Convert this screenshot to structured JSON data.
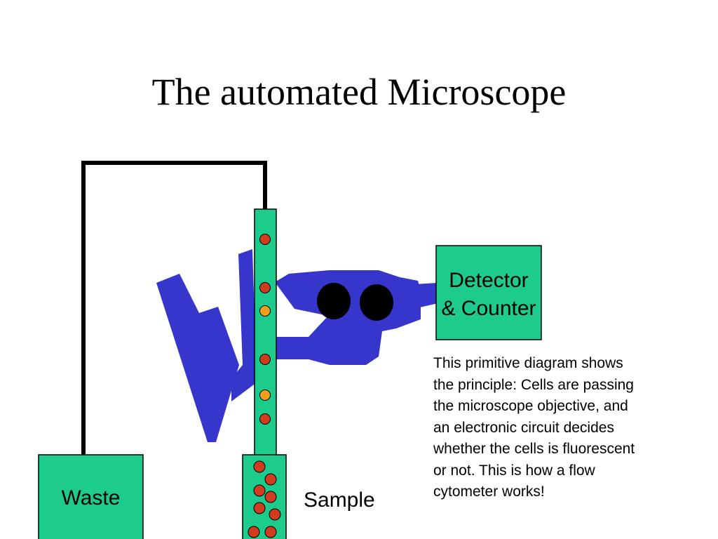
{
  "title": "The automated Microscope",
  "labels": {
    "detector_line1": "Detector",
    "detector_line2": "& Counter",
    "waste": "Waste",
    "sample": "Sample"
  },
  "caption": "This primitive diagram shows the principle: Cells are passing the microscope objective, and an electronic circuit decides whether the cells is fluorescent or not. This is how a flow cytometer works!",
  "colors": {
    "box_fill": "#1dcc8c",
    "microscope": "#3636cc",
    "cell_red": "#d23c1e",
    "cell_orange": "#f2a01a",
    "outline": "#000000"
  },
  "cells": {
    "channel": [
      "red",
      "red",
      "orange",
      "red",
      "orange",
      "red"
    ]
  }
}
